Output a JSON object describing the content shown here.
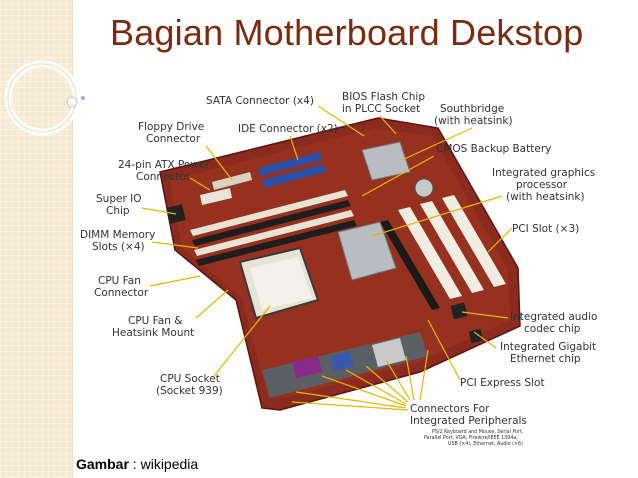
{
  "slide": {
    "title": "Bagian Motherboard Dekstop",
    "credit_label": "Gambar",
    "credit_sep": " : ",
    "credit_source": "wikipedia"
  },
  "labels": {
    "sata": "SATA Connector (x4)",
    "bios_1": "BIOS Flash Chip",
    "bios_2": "in PLCC Socket",
    "southbridge_1": "Southbridge",
    "southbridge_2": "(with heatsink)",
    "floppy_1": "Floppy Drive",
    "floppy_2": "Connector",
    "ide": "IDE Connector (x2)",
    "cmos": "CMOS Backup Battery",
    "atx_1": "24-pin ATX Power",
    "atx_2": "Connector",
    "igp_1": "Integrated graphics",
    "igp_2": "processor",
    "igp_3": "(with heatsink)",
    "superio_1": "Super IO",
    "superio_2": "Chip",
    "dimm_1": "DIMM Memory",
    "dimm_2": "Slots (×4)",
    "pci": "PCI Slot (×3)",
    "cpufan_1": "CPU Fan",
    "cpufan_2": "Connector",
    "heatsink_1": "CPU Fan &",
    "heatsink_2": "Heatsink Mount",
    "audio_1": "Integrated audio",
    "audio_2": "codec chip",
    "gbe_1": "Integrated Gigabit",
    "gbe_2": "Ethernet chip",
    "socket_1": "CPU Socket",
    "socket_2": "(Socket 939)",
    "pcie": "PCI Express Slot",
    "periph_1": "Connectors For",
    "periph_2": "Integrated Peripherals",
    "periph_note_1": "PS/2 Keyboard and Mouse, Serial Port,",
    "periph_note_2": "Parallel Port, VGA, Firewire/IEEE 1394a,",
    "periph_note_3": "USB (×4), Ethernet, Audio (×6)"
  },
  "colors": {
    "title": "#7a2b10",
    "sidebar": "#f6ead3",
    "leader": "#e3b800",
    "board": "#8b2a1e"
  }
}
